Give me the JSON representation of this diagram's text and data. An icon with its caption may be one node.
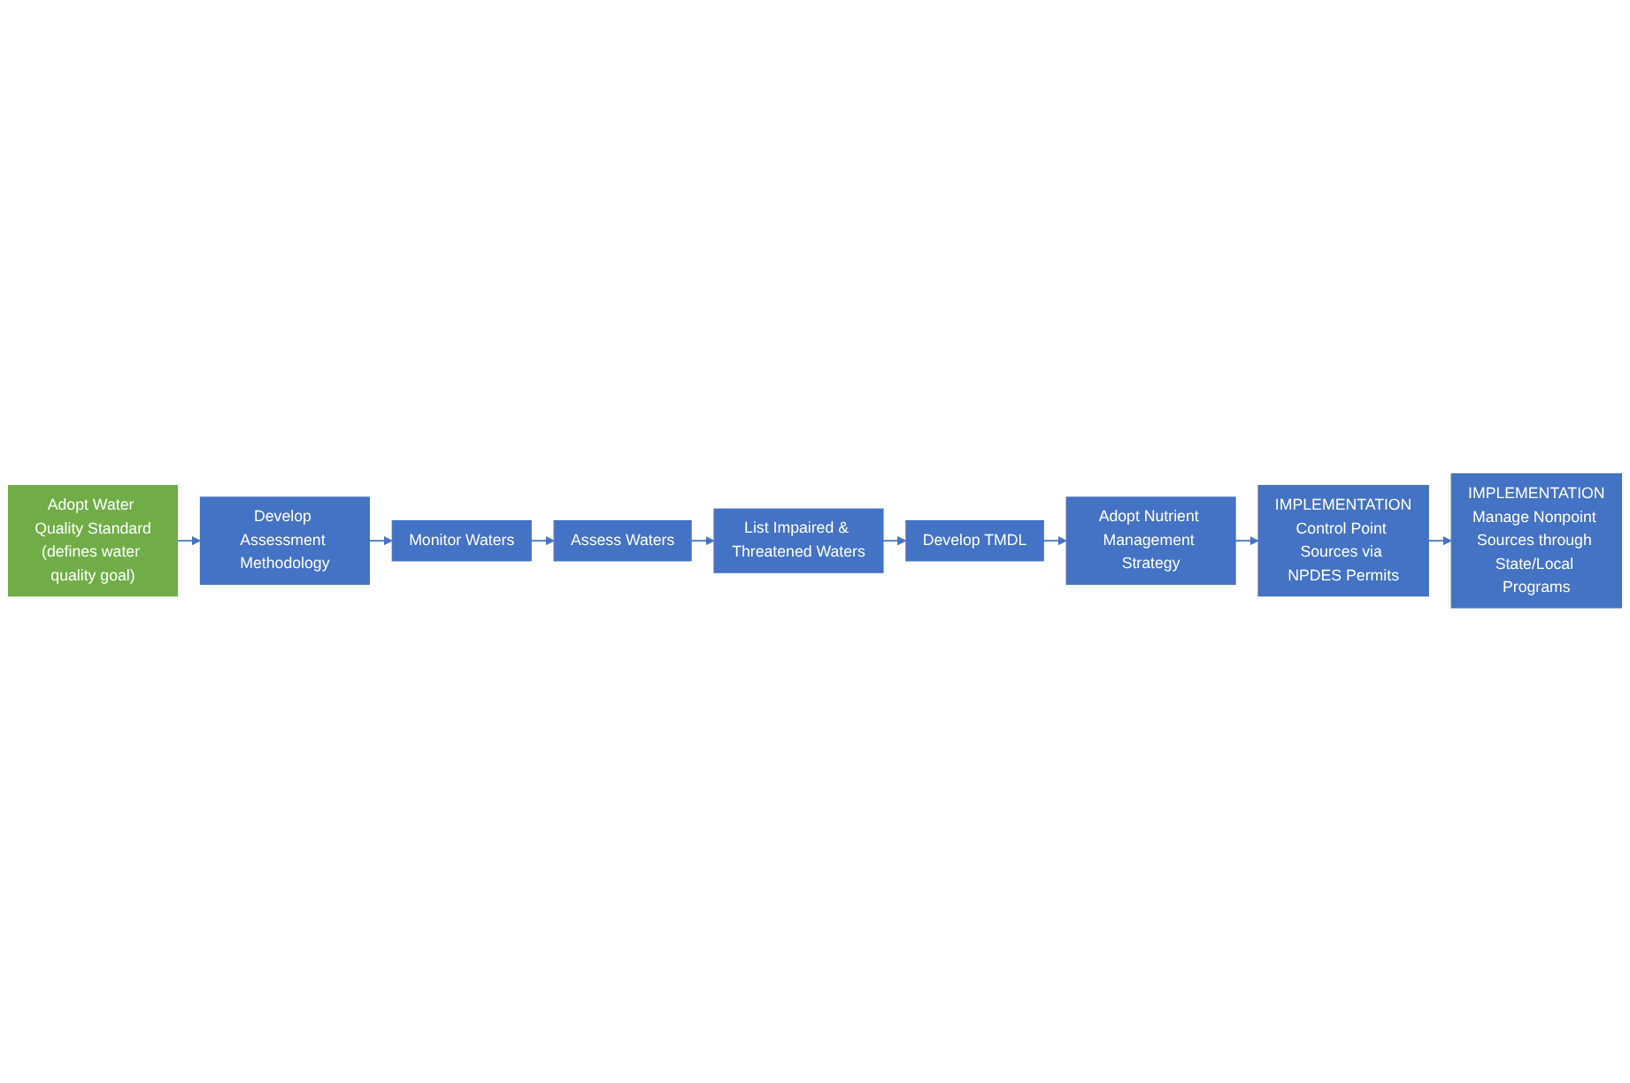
{
  "diagram": {
    "nodes": [
      {
        "text": [
          "Adopt Water Quality Standard",
          "(defines water quality goal)"
        ]
      },
      {
        "text": [
          "Develop Assessment Methodology"
        ]
      },
      {
        "text": [
          "Monitor Waters"
        ]
      },
      {
        "text": [
          "Assess Waters"
        ]
      },
      {
        "text": [
          "List Impaired & Threatened Waters"
        ]
      },
      {
        "text": [
          "Develop TMDL"
        ]
      },
      {
        "text": [
          "Adopt Nutrient Management Strategy"
        ]
      },
      {
        "text": [
          "IMPLEMENTATION",
          "Control Point Sources via NPDES Permits"
        ]
      },
      {
        "text": [
          "IMPLEMENTATION",
          "Manage Nonpoint Sources through State/Local Programs"
        ]
      }
    ],
    "edges": [
      {
        "from": 0,
        "to": 1,
        "arrow": "to"
      },
      {
        "from": 1,
        "to": 2,
        "arrow": "to"
      },
      {
        "from": 2,
        "to": 3,
        "arrow": "to"
      },
      {
        "from": 3,
        "to": 4,
        "arrow": "to"
      },
      {
        "from": 4,
        "to": 5,
        "arrow": "to"
      },
      {
        "from": 5,
        "to": 6,
        "arrow": "to"
      },
      {
        "from": 6,
        "to": 7,
        "arrow": "to"
      },
      {
        "from": 7,
        "to": 8,
        "arrow": "to"
      }
    ]
  }
}
